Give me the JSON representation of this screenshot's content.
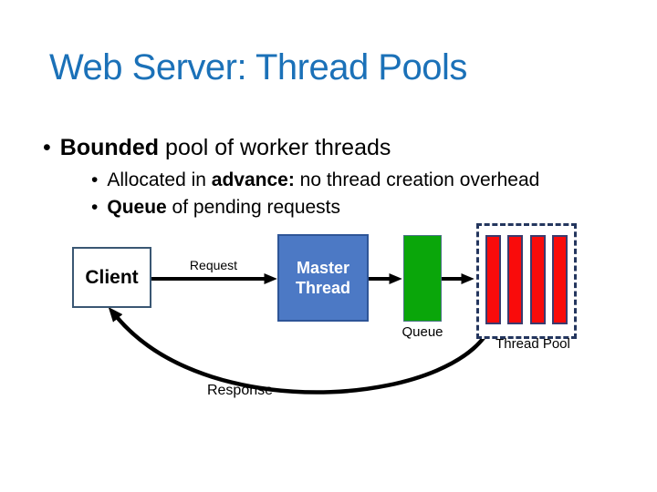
{
  "slide": {
    "title": "Web Server: Thread Pools",
    "title_color": "#1B71B8",
    "bullet_char": "•",
    "bullets": {
      "main": {
        "bold": "Bounded",
        "rest": " pool of worker threads"
      },
      "sub1": {
        "pre": "Allocated in ",
        "bold": "advance:",
        "post": " no thread creation overhead"
      },
      "sub2": {
        "bold": "Queue",
        "post": " of pending requests"
      }
    },
    "diagram": {
      "client_label": "Client",
      "request_label": "Request",
      "master_label_line1": "Master",
      "master_label_line2": "Thread",
      "queue_label": "Queue",
      "thread_pool_label": "Thread Pool",
      "response_label": "Response",
      "worker_count": 4,
      "colors": {
        "title_blue": "#1B71B8",
        "master_fill": "#4C79C5",
        "master_border": "#2E5597",
        "queue_green": "#0AA60A",
        "worker_red": "#F90B0B",
        "worker_border": "#3B3B6E",
        "pool_dashed_border": "#24365E",
        "client_border": "#3A5773",
        "arrow_black": "#000000"
      }
    }
  }
}
